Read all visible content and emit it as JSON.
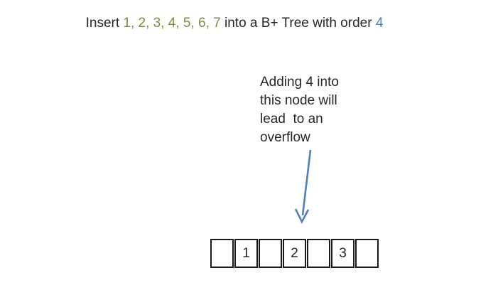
{
  "colors": {
    "green": "#76923C",
    "blue": "#4F81BD",
    "arrow": "#4F81BD",
    "text": "#262626",
    "border": "#1a1a1a"
  },
  "title": {
    "prefix": "Insert ",
    "numbers": "1, 2, 3, 4, 5, 6, 7",
    "middle": " into a B+ Tree with order ",
    "order": "4"
  },
  "annotation": {
    "lines": [
      "Adding 4 into",
      "this node will",
      "lead  to an",
      "overflow"
    ]
  },
  "node": {
    "cells": [
      "",
      "1",
      "",
      "2",
      "",
      "3",
      ""
    ]
  }
}
